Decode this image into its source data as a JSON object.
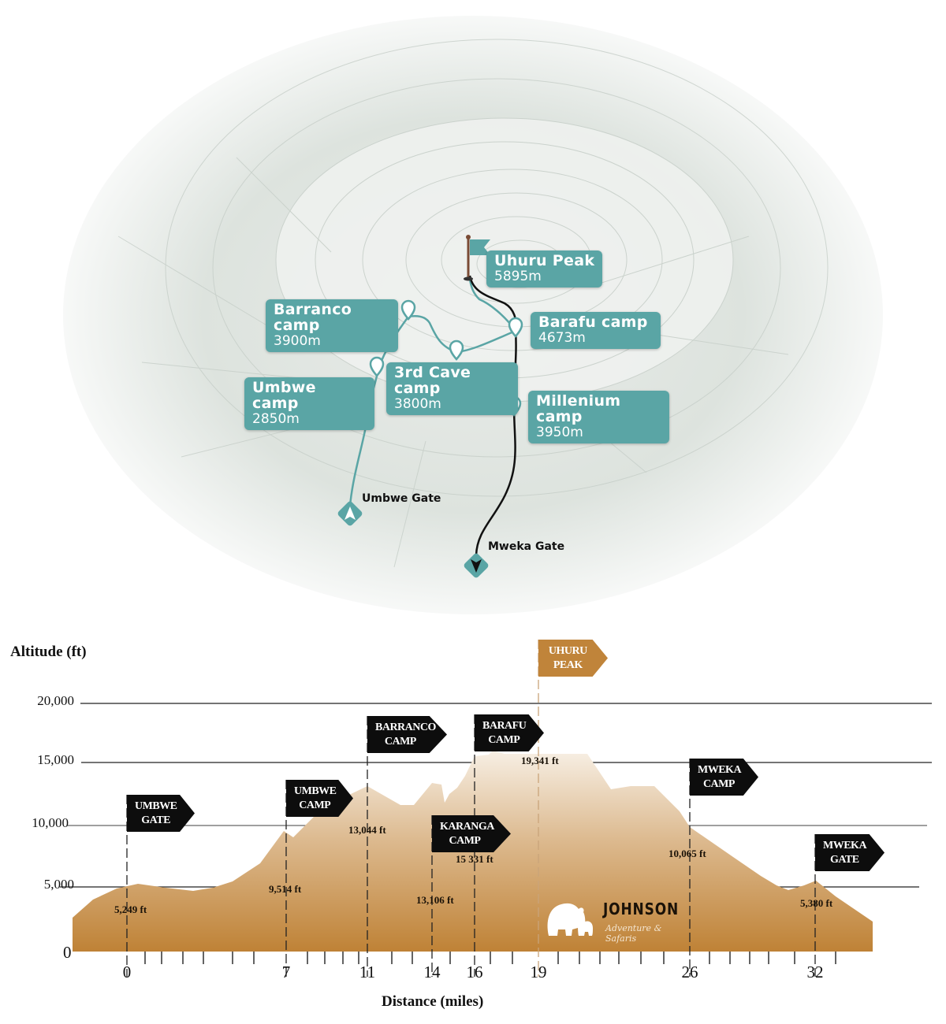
{
  "map": {
    "summit": {
      "name": "Uhuru Peak",
      "alt": "5895m"
    },
    "camps": [
      {
        "name": "Barranco camp",
        "alt": "3900m"
      },
      {
        "name": "Barafu camp",
        "alt": "4673m"
      },
      {
        "name": "3rd Cave camp",
        "alt": "3800m"
      },
      {
        "name": "Umbwe camp",
        "alt": "2850m"
      },
      {
        "name": "Millenium camp",
        "alt": "3950m"
      }
    ],
    "gates": {
      "start": "Umbwe Gate",
      "end": "Mweka Gate"
    },
    "colors": {
      "label": "#5aa5a5",
      "ascent_route": "#5aa5a5",
      "descent_route": "#111111"
    }
  },
  "chart_data": {
    "type": "area",
    "title": "",
    "ylabel": "Altitude (ft)",
    "xlabel": "Distance (miles)",
    "ylim": [
      0,
      20000
    ],
    "yticks": [
      "0",
      "5,000",
      "10,000",
      "15,000",
      "20,000"
    ],
    "xticks": [
      "0",
      "7",
      "11",
      "14",
      "16",
      "19",
      "26",
      "32"
    ],
    "grid": true,
    "waypoints": [
      {
        "name": "UMBWE GATE",
        "line1": "UMBWE",
        "line2": "GATE",
        "mile": 0,
        "alt_label": "5,249 ft",
        "alt": 5249
      },
      {
        "name": "UMBWE CAMP",
        "line1": "UMBWE",
        "line2": "CAMP",
        "mile": 7,
        "alt_label": "9,514 ft",
        "alt": 9514
      },
      {
        "name": "BARRANCO CAMP",
        "line1": "BARRANCO",
        "line2": "CAMP",
        "mile": 11,
        "alt_label": "13,044 ft",
        "alt": 13044
      },
      {
        "name": "KARANGA CAMP",
        "line1": "KARANGA",
        "line2": "CAMP",
        "mile": 14,
        "alt_label": "13,106 ft",
        "alt": 13106
      },
      {
        "name": "BARAFU CAMP",
        "line1": "BARAFU",
        "line2": "CAMP",
        "mile": 16,
        "alt_label": "15 331 ft",
        "alt": 15331
      },
      {
        "name": "UHURU PEAK",
        "line1": "UHURU",
        "line2": "PEAK",
        "mile": 19,
        "alt_label": "19,341 ft",
        "alt": 19341
      },
      {
        "name": "MWEKA CAMP",
        "line1": "MWEKA",
        "line2": "CAMP",
        "mile": 26,
        "alt_label": "10,065 ft",
        "alt": 10065
      },
      {
        "name": "MWEKA GATE",
        "line1": "MWEKA",
        "line2": "GATE",
        "mile": 32,
        "alt_label": "5,380 ft",
        "alt": 5380
      }
    ],
    "colors": {
      "area_top": "#f7efe4",
      "area_bottom": "#bf8236",
      "flag": "#0d0d0d",
      "summit_flag": "#c0843a"
    }
  },
  "logo": {
    "brand": "JOHNSON",
    "tagline": "Adventure & Safaris"
  }
}
